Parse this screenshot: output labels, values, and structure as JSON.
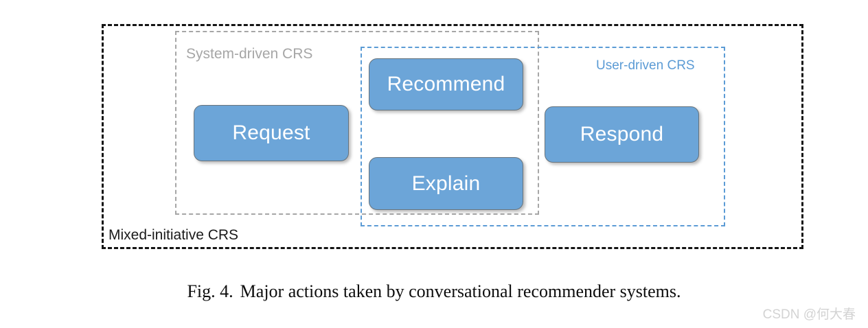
{
  "figure": {
    "caption_number": "Fig. 4.",
    "caption_text": "Major actions taken by conversational recommender systems."
  },
  "groups": {
    "mixed_initiative": {
      "label": "Mixed-initiative CRS",
      "color": "#141414",
      "border_style": "dashed"
    },
    "system_driven": {
      "label": "System-driven CRS",
      "color": "#a6a6a6",
      "border_style": "dashed"
    },
    "user_driven": {
      "label": "User-driven CRS",
      "color": "#5b9bd5",
      "border_style": "dashed"
    }
  },
  "actions": [
    {
      "id": "request",
      "label": "Request"
    },
    {
      "id": "recommend",
      "label": "Recommend"
    },
    {
      "id": "explain",
      "label": "Explain"
    },
    {
      "id": "respond",
      "label": "Respond"
    }
  ],
  "theme": {
    "action_fill": "#6ca5d8",
    "action_border": "#67737c",
    "action_text": "#ffffff",
    "background": "#ffffff"
  },
  "watermark": {
    "text": "CSDN @何大春"
  }
}
